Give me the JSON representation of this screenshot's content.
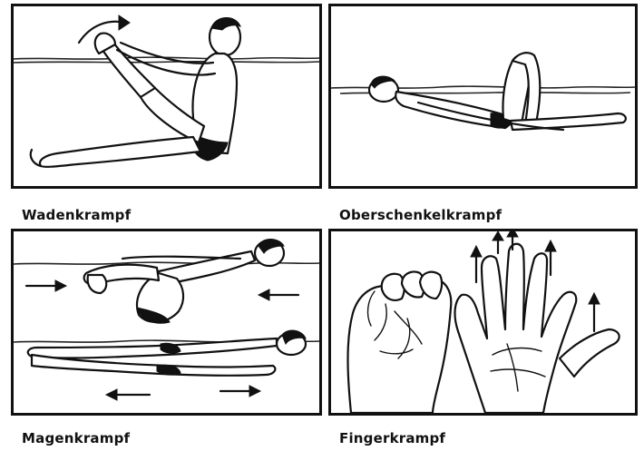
{
  "panels": [
    {
      "caption": "Wadenkrampf"
    },
    {
      "caption": "Oberschenkelkrampf"
    },
    {
      "caption": "Magenkrampf"
    },
    {
      "caption": "Fingerkrampf"
    }
  ]
}
